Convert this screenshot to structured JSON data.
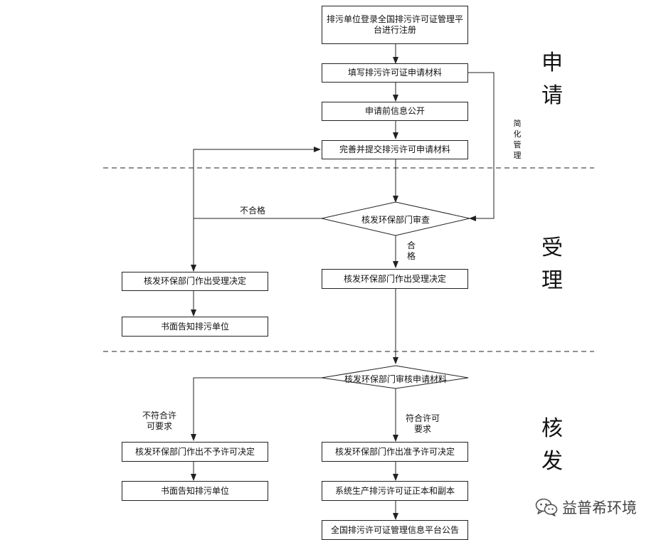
{
  "boxes": {
    "register": "排污单位登录全国排污许可证管理平台进行注册",
    "fill": "填写排污许可证申请材料",
    "disclose": "申请前信息公开",
    "submit": "完善并提交排污许可申请材料",
    "accept_right": "核发环保部门作出受理决定",
    "accept_left": "核发环保部门作出受理决定",
    "notify_left1": "书面告知排污单位",
    "refuse_decision": "核发环保部门作出不予许可决定",
    "notify_left2": "书面告知排污单位",
    "approve_decision": "核发环保部门作出准予许可决定",
    "generate": "系统生产排污许可证正本和副本",
    "publish": "全国排污许可证管理信息平台公告"
  },
  "diamonds": {
    "review": "核发环保部门审查",
    "examine": "核发环保部门审核申请材料"
  },
  "labels": {
    "simplified": "简化管理",
    "unqualified": "不合格",
    "qualified": "合格",
    "not_meet": "不符合许可要求",
    "meet": "符合许可要求"
  },
  "stages": {
    "apply": "申请",
    "accept": "受理",
    "issue": "核发"
  },
  "watermark": {
    "text": "益普希环境",
    "icon": "wechat-icon"
  }
}
